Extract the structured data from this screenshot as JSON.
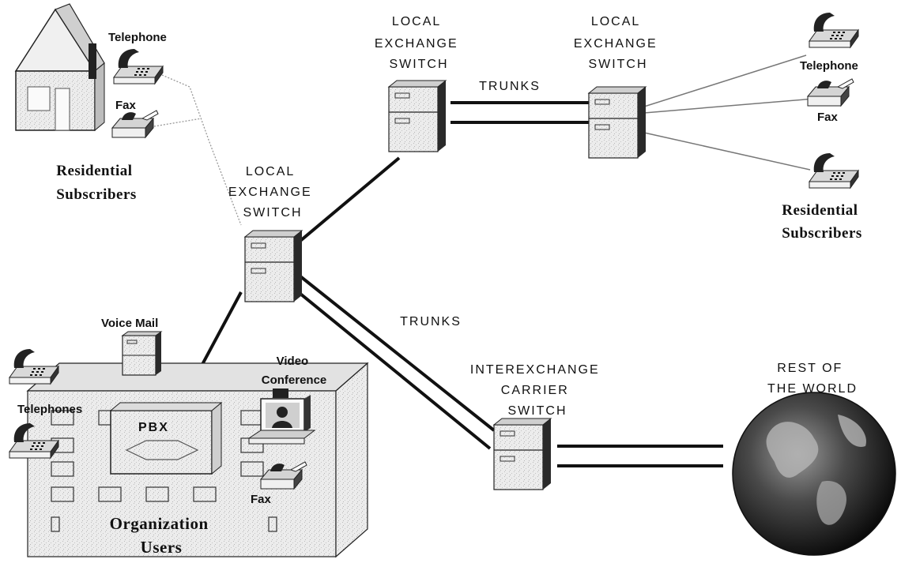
{
  "labels": {
    "local_switch_top_left": [
      "LOCAL",
      "EXCHANGE",
      "SWITCH"
    ],
    "local_switch_top_right": [
      "LOCAL",
      "EXCHANGE",
      "SWITCH"
    ],
    "local_switch_center": [
      "LOCAL",
      "EXCHANGE",
      "SWITCH"
    ],
    "trunks_top": "TRUNKS",
    "trunks_middle": "TRUNKS",
    "interexchange_switch": [
      "INTEREXCHANGE",
      "CARRIER",
      "SWITCH"
    ],
    "rest_of_world": [
      "REST OF",
      "THE WORLD"
    ],
    "telephone_left": "Telephone",
    "fax_left": "Fax",
    "residential_left": [
      "Residential",
      "Subscribers"
    ],
    "telephone_right": "Telephone",
    "fax_right": "Fax",
    "residential_right": [
      "Residential",
      "Subscribers"
    ],
    "voice_mail": "Voice Mail",
    "video_conference": [
      "Video",
      "Conference"
    ],
    "telephones": "Telephones",
    "pbx": "PBX",
    "fax_org": "Fax",
    "organization_users": [
      "Organization",
      "Users"
    ]
  }
}
